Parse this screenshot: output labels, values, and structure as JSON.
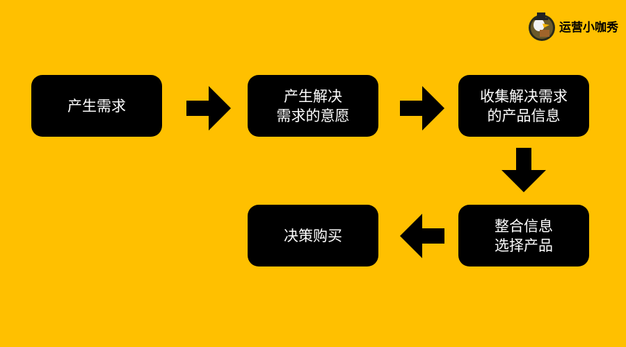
{
  "logo": {
    "text": "运营小咖秀",
    "icon": "eagle-mascot-icon"
  },
  "steps": [
    {
      "label": "产生需求"
    },
    {
      "label": "产生解决\n需求的意愿"
    },
    {
      "label": "收集解决需求\n的产品信息"
    },
    {
      "label": "整合信息\n选择产品"
    },
    {
      "label": "决策购买"
    }
  ],
  "colors": {
    "background": "#FFC000",
    "box": "#000000",
    "text": "#FFFFFF"
  }
}
